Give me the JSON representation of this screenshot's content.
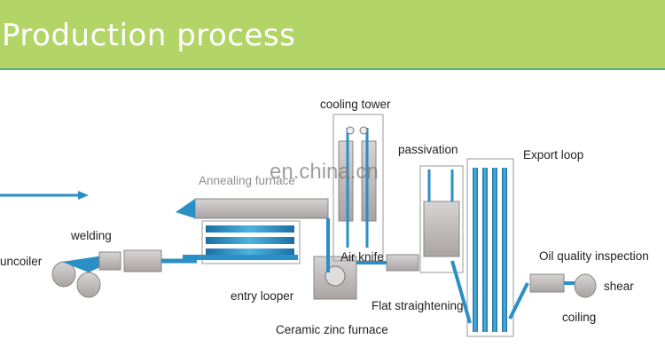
{
  "header": {
    "title": "Production process"
  },
  "watermark": "en.china.cn",
  "labels": {
    "uncoiler": "uncoiler",
    "welding": "welding",
    "annealing": "Annealing furnace",
    "cooling_tower": "cooling tower",
    "passivation": "passivation",
    "export_loop": "Export loop",
    "air_knife": "Air knife",
    "entry_looper": "entry looper",
    "flat_straightening": "Flat straightening",
    "ceramic": "Ceramic zinc furnace",
    "oil": "Oil quality inspection",
    "shear": "shear",
    "coiling": "coiling"
  },
  "colors": {
    "header": "#b3d466",
    "strip": "#2a8fc4",
    "machine": "#bdb8b8"
  }
}
